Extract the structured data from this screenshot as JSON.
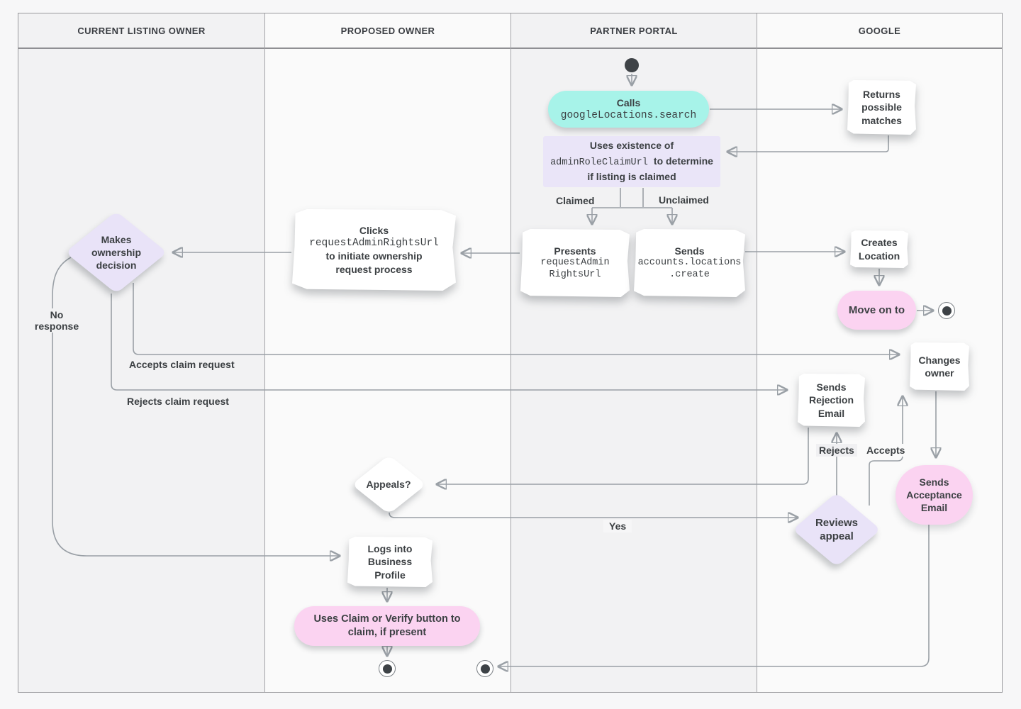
{
  "lanes": [
    {
      "label": "CURRENT LISTING OWNER"
    },
    {
      "label": "PROPOSED OWNER"
    },
    {
      "label": "PARTNER PORTAL"
    },
    {
      "label": "GOOGLE"
    }
  ],
  "nodes": {
    "calls": {
      "title": "Calls",
      "code": "googleLocations.search"
    },
    "returns_matches": {
      "text": "Returns possible matches"
    },
    "uses_existence": {
      "pre": "Uses existence of",
      "code": "adminRoleClaimUrl",
      "post": "to determine if listing is claimed"
    },
    "presents": {
      "title": "Presents",
      "code_lines": [
        "requestAdmin",
        "RightsUrl"
      ]
    },
    "sends_create": {
      "title": "Sends",
      "code_lines": [
        "accounts.locations",
        ".create"
      ]
    },
    "clicks": {
      "title": "Clicks",
      "code": "requestAdminRightsUrl",
      "post": "to initiate ownership request process"
    },
    "creates_location": {
      "text": "Creates Location"
    },
    "move_on": {
      "text": "Move on to"
    },
    "ownership_decision": {
      "text": "Makes ownership decision"
    },
    "sends_rejection": {
      "text": "Sends Rejection Email"
    },
    "changes_owner": {
      "text": "Changes owner"
    },
    "appeals": {
      "text": "Appeals?"
    },
    "reviews_appeal": {
      "text": "Reviews appeal"
    },
    "sends_acceptance": {
      "text": "Sends Acceptance Email"
    },
    "logs_into": {
      "text": "Logs into Business Profile"
    },
    "claim_verify": {
      "text": "Uses Claim or Verify button to claim, if present"
    }
  },
  "edge_labels": {
    "claimed": "Claimed",
    "unclaimed": "Unclaimed",
    "no_response": "No response",
    "accepts_claim": "Accepts claim request",
    "rejects_claim": "Rejects claim request",
    "rejects": "Rejects",
    "accepts": "Accepts",
    "yes": "Yes"
  },
  "colors": {
    "teal": "#a7f3e9",
    "lavender": "#eae5f8",
    "pink": "#fbd3f1",
    "line": "#9aa0a6",
    "text": "#3c4043"
  }
}
